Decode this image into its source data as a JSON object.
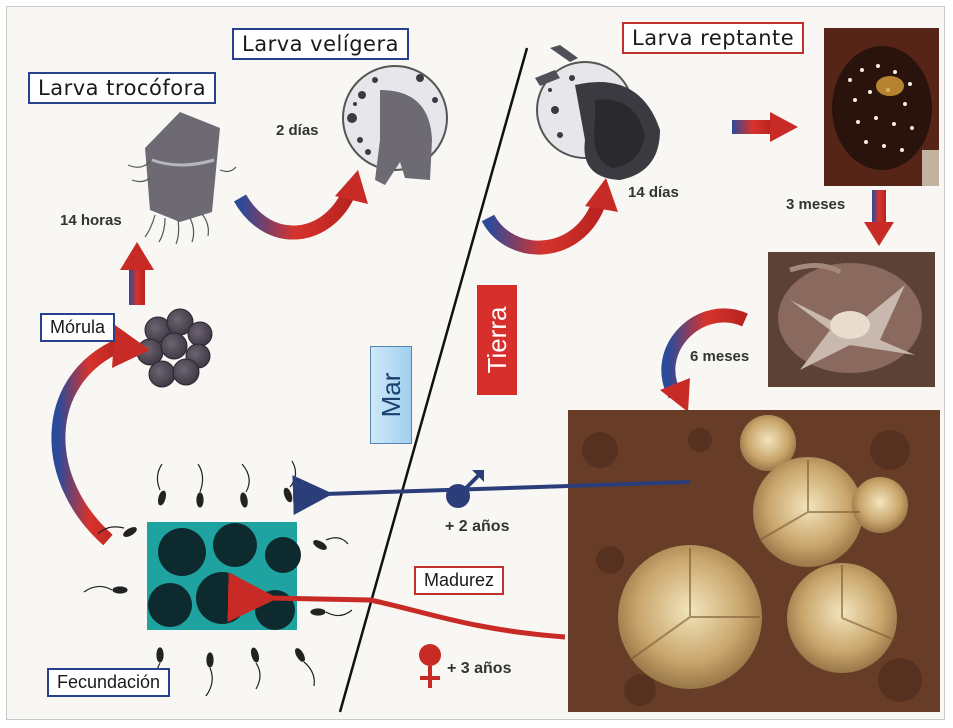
{
  "stages": {
    "trocofora": "Larva trocófora",
    "veligera": "Larva velígera",
    "reptante": "Larva reptante",
    "morula": "Mórula",
    "fecundacion": "Fecundación",
    "madurez": "Madurez"
  },
  "times": {
    "horas14": "14 horas",
    "dias2": "2 días",
    "dias14": "14 días",
    "meses3": "3 meses",
    "meses6": "6 meses",
    "male": "+ 2 años",
    "female": "+ 3 años"
  },
  "zones": {
    "mar": "Mar",
    "tierra": "Tierra"
  },
  "colors": {
    "blue_border": "#27418f",
    "red_border": "#c0312e",
    "arrow_red": "#c82a26",
    "arrow_navy": "#2c3e7a",
    "mar_tag": "#a9d6f3",
    "tierra_tag": "#d62f2c"
  },
  "icons": {
    "male": "male-symbol-icon",
    "female": "female-symbol-icon"
  }
}
